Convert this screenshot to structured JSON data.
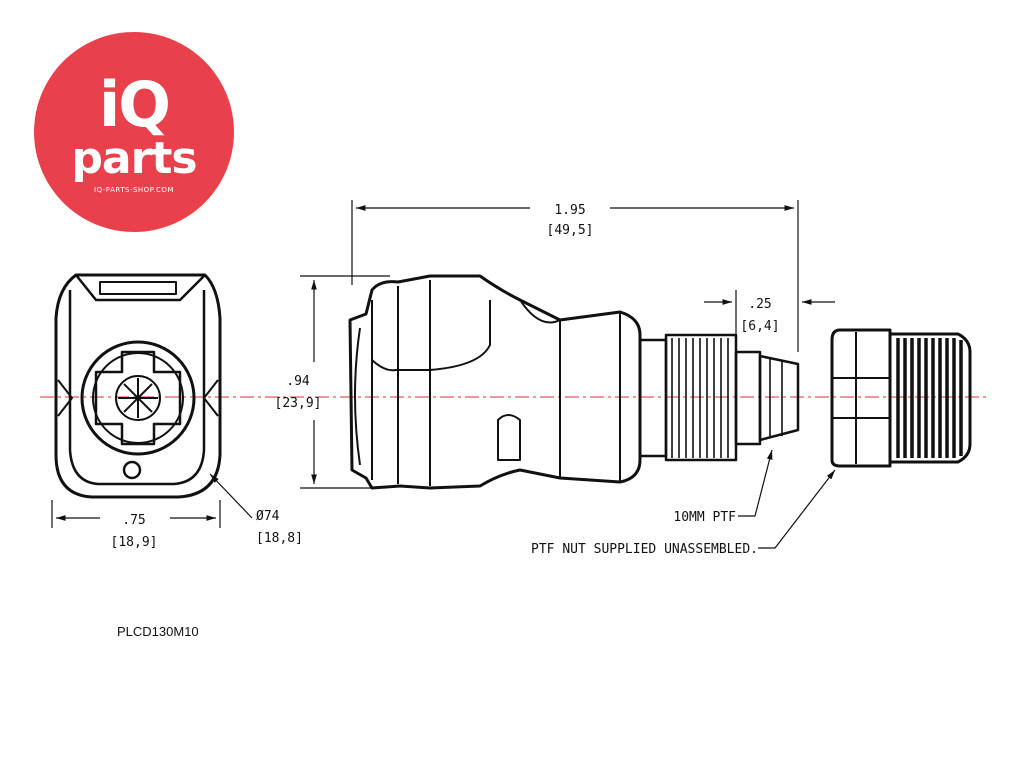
{
  "logo": {
    "line1": "iQ",
    "line2": "parts",
    "url": "IQ-PARTS-SHOP.COM",
    "color": "#e8414c"
  },
  "dimensions": {
    "overall_length": {
      "in": "1.95",
      "mm": "[49,5]"
    },
    "barb_length": {
      "in": ".25",
      "mm": "[6,4]"
    },
    "height": {
      "in": ".94",
      "mm": "[23,9]"
    },
    "width": {
      "in": ".75",
      "mm": "[18,9]"
    },
    "diameter": {
      "in": "Ø74",
      "mm": "[18,8]"
    }
  },
  "callouts": {
    "ptf": "10MM PTF",
    "nut": "PTF NUT SUPPLIED UNASSEMBLED."
  },
  "part_number": "PLCD130M10",
  "colors": {
    "centerline": "#d93030",
    "ink": "#111111"
  }
}
